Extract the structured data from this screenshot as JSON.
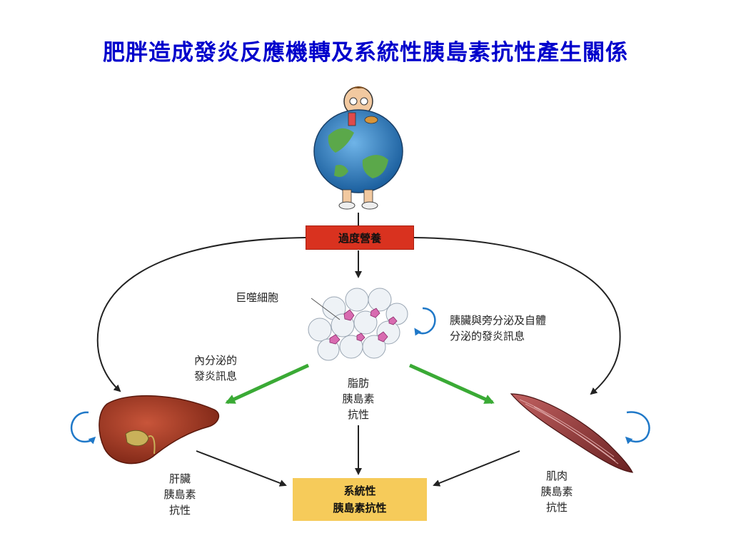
{
  "title": "肥胖造成發炎反應機轉及系統性胰島素抗性產生關係",
  "nodes": {
    "overnutrition": "過度營養",
    "macrophage": "巨噬細胞",
    "pancreas_signal": [
      "胰臟與旁分泌及自體",
      "分泌的發炎訊息"
    ],
    "endocrine_signal": [
      "內分泌的",
      "發炎訊息"
    ],
    "adipose_ir": [
      "脂肪",
      "胰島素",
      "抗性"
    ],
    "liver_ir": [
      "肝臟",
      "胰島素",
      "抗性"
    ],
    "muscle_ir": [
      "肌肉",
      "胰島素",
      "抗性"
    ],
    "systemic_ir": [
      "系統性",
      "胰島素抗性"
    ]
  },
  "colors": {
    "title": "#0000cc",
    "overnutrition_box": "#d9321f",
    "systemic_box": "#f6cb5a",
    "green_arrow": "#3aaa35",
    "cycle_arrow": "#1f78c8"
  },
  "icons": [
    "obese-earth-figure-icon",
    "adipocyte-cluster-icon",
    "liver-icon",
    "muscle-icon"
  ]
}
